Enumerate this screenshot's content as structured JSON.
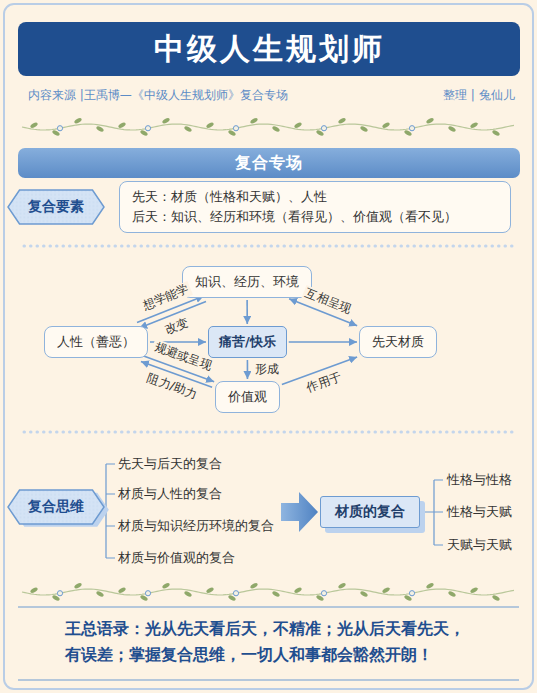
{
  "diagram": {
    "title": "中级人生规划师",
    "caption": "王总语录：光从先天看后天，不精准；光从后天看先天，有误差；掌握复合思维，一切人和事都会豁然开朗！",
    "nodes": [
      {
        "text": [
          "复合专场"
        ]
      },
      {
        "text": [
          "复合要素"
        ]
      },
      {
        "text": [
          "先天：材质（性格和天赋）、人性",
          "后天：知识、经历和环境（看得见）、价值观（看不见）"
        ]
      },
      {
        "text": [
          "知识、经历、环境"
        ]
      },
      {
        "text": [
          "人性（善恶）"
        ]
      },
      {
        "text": [
          "痛苦/快乐"
        ]
      },
      {
        "text": [
          "先天材质"
        ]
      },
      {
        "text": [
          "价值观"
        ]
      },
      {
        "text": [
          "复合思维"
        ]
      },
      {
        "text": [
          "材质的复合"
        ]
      }
    ],
    "edges": [
      {
        "from": 4,
        "to": 3,
        "label": "想学能学",
        "arrow": "to"
      },
      {
        "from": 3,
        "to": 4,
        "label": "改变",
        "arrow": "to"
      },
      {
        "from": 3,
        "to": 6,
        "label": "互相呈现",
        "arrow": "both"
      },
      {
        "from": 3,
        "to": 5,
        "arrow": "to"
      },
      {
        "from": 4,
        "to": 5,
        "arrow": "to"
      },
      {
        "from": 5,
        "to": 6,
        "arrow": "to"
      },
      {
        "from": 5,
        "to": 7,
        "label": "形成",
        "arrow": "to"
      },
      {
        "from": 4,
        "to": 7,
        "label": "规避或呈现",
        "arrow": "to"
      },
      {
        "from": 7,
        "to": 4,
        "label": "阻力/助力",
        "arrow": "to"
      },
      {
        "from": 7,
        "to": 6,
        "label": "作用于",
        "arrow": "to"
      }
    ],
    "labels": [
      "内容来源 |王禹博—《中级人生规划师》复合专场",
      "整理 | 兔仙儿",
      "先天与后天的复合",
      "材质与人性的复合",
      "材质与知识经历环境的复合",
      "材质与价值观的复合",
      "性格与性格",
      "性格与天赋",
      "天赋与天赋"
    ]
  }
}
